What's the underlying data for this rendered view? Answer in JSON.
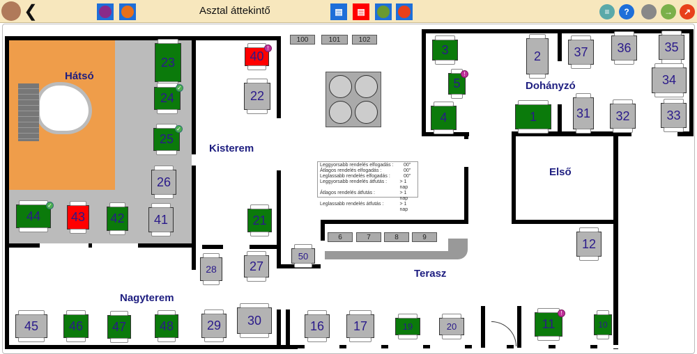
{
  "header": {
    "title": "Asztal áttekintő",
    "back_icon": "chevron-left-icon",
    "left_buttons": [
      "login-icon",
      "wifi-badge-icon"
    ],
    "center_buttons": [
      "cash-register-icon",
      "cash-register-red-icon",
      "money-bag-icon",
      "export-icon"
    ],
    "right_buttons": [
      "list-icon",
      "help-icon",
      "status-dot-icon",
      "enter-icon",
      "exit-icon"
    ],
    "colors": {
      "bar": "#f7e7bd",
      "blue": "#1e6fd9",
      "red": "#e8251a"
    }
  },
  "rooms": {
    "hatso": "Hátsó",
    "kisterem": "Kisterem",
    "dohanyzo": "Dohányzó",
    "elso": "Első",
    "terasz": "Terasz",
    "nagyterem": "Nagyterem"
  },
  "stats": [
    {
      "label": "Leggyorsabb rendelés elfogadás :",
      "value": "00''"
    },
    {
      "label": "Átlagos rendelés elfogadás :",
      "value": "00''"
    },
    {
      "label": "Leglassabb rendelés elfogadás :",
      "value": "00''"
    },
    {
      "label": "Leggyorsabb rendelés átfutás :",
      "value": "> 1 nap"
    },
    {
      "label": "Átlagos rendelés átfutás :",
      "value": "> 1 nap"
    },
    {
      "label": "Leglassabb rendelés átfutás :",
      "value": "> 1 nap"
    }
  ],
  "tables": {
    "t1": "1",
    "t2": "2",
    "t3": "3",
    "t4": "4",
    "t5": "5",
    "t6": "6",
    "t7": "7",
    "t8": "8",
    "t9": "9",
    "t10": "10",
    "t11": "11",
    "t12": "12",
    "t16": "16",
    "t17": "17",
    "t19": "19",
    "t20": "20",
    "t21": "21",
    "t22": "22",
    "t23": "23",
    "t24": "24",
    "t25": "25",
    "t26": "26",
    "t27": "27",
    "t28": "28",
    "t29": "29",
    "t30": "30",
    "t31": "31",
    "t32": "32",
    "t33": "33",
    "t34": "34",
    "t35": "35",
    "t36": "36",
    "t37": "37",
    "t40": "40",
    "t41": "41",
    "t42": "42",
    "t43": "43",
    "t44": "44",
    "t45": "45",
    "t46": "46",
    "t47": "47",
    "t48": "48",
    "t50": "50",
    "t100": "100",
    "t101": "101",
    "t102": "102"
  },
  "status_legend": {
    "free": "#b3b3b3",
    "occupied": "#0b7a0b",
    "alert": "#ff0000"
  }
}
